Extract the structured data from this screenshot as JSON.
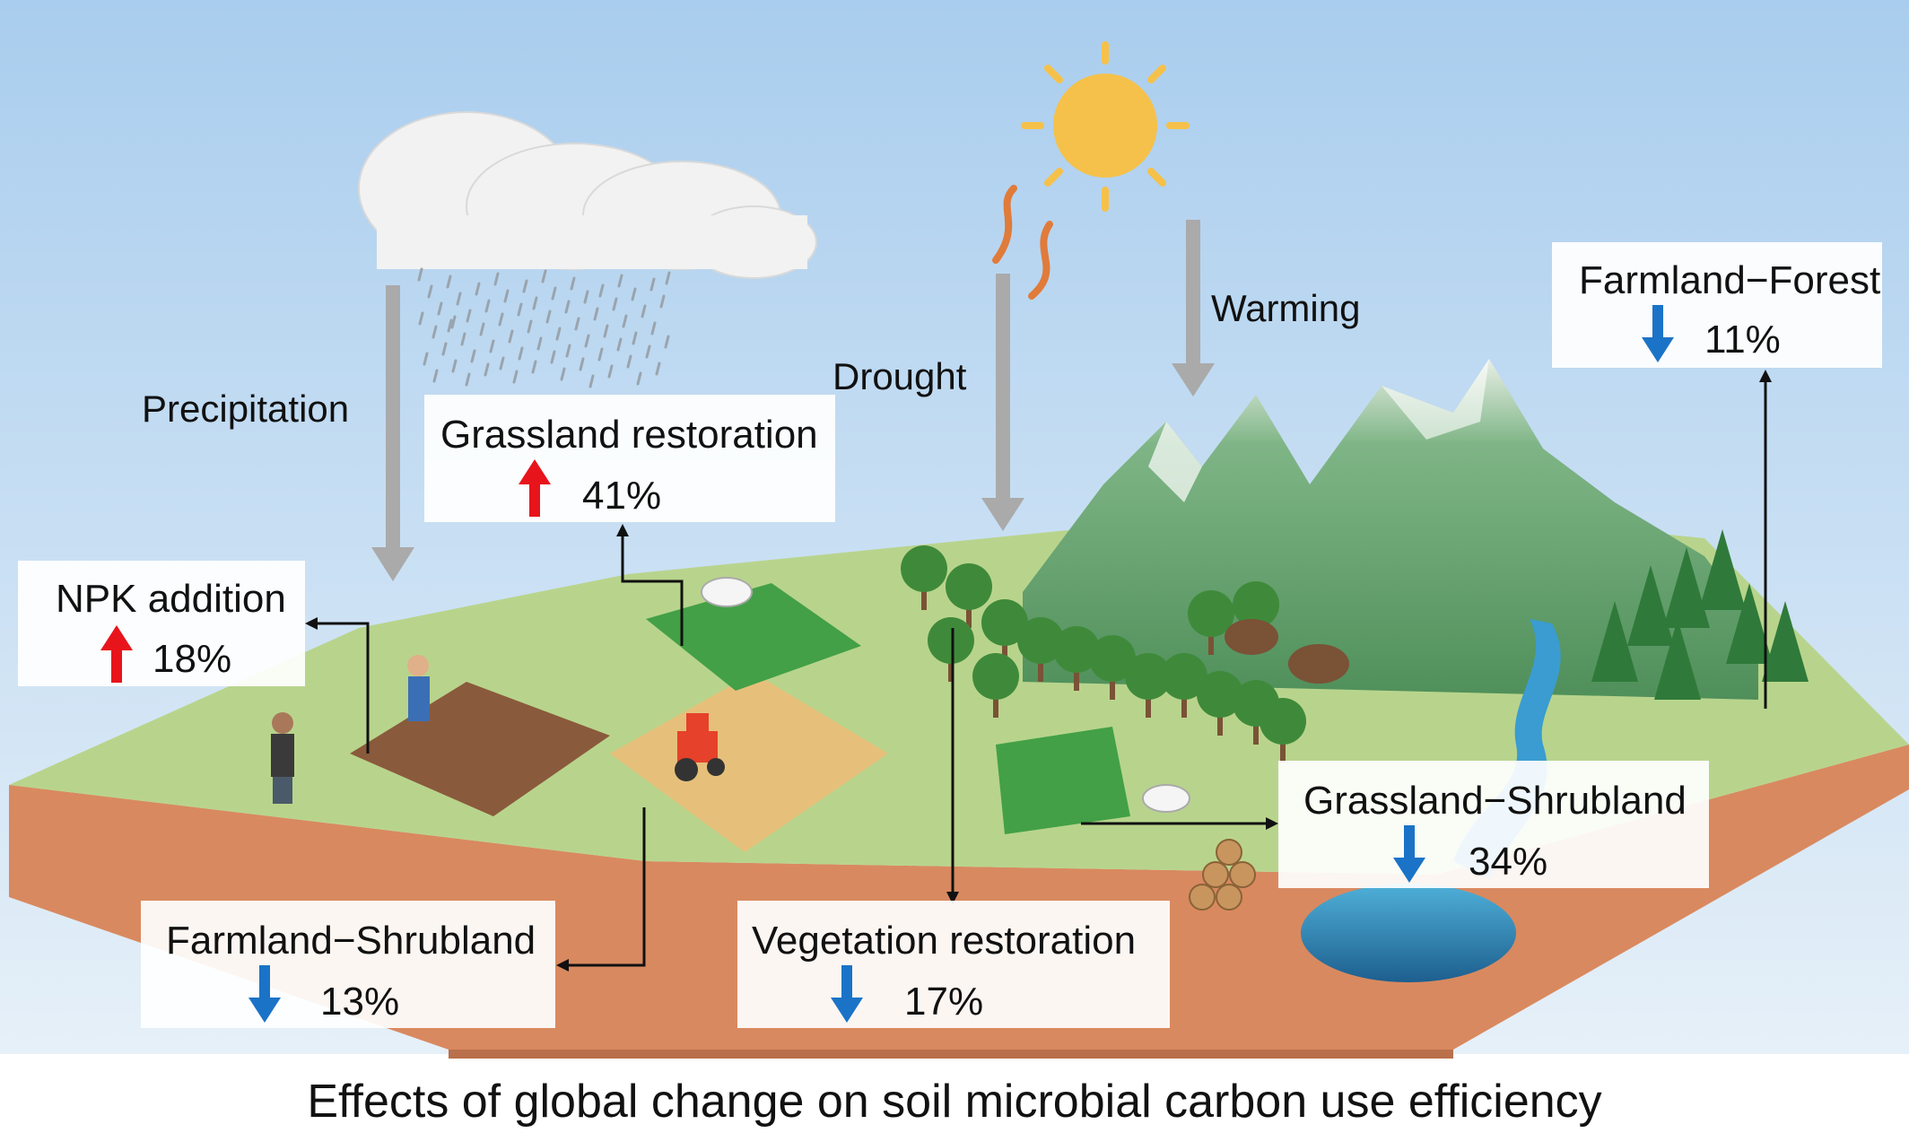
{
  "colors": {
    "sky_top": "#a9cdee",
    "sky_bottom": "#e3eef8",
    "ground_top": "#b8d48c",
    "soil": "#d9895f",
    "arrow_gray": "#aaaaaa",
    "arrow_up": "#e8141b",
    "arrow_down": "#1b73c7",
    "sun": "#f5c14a",
    "mountain": "#6fa878",
    "tree": "#3f8a3a",
    "water": "#2f88b8"
  },
  "drivers": {
    "precipitation": "Precipitation",
    "drought": "Drought",
    "warming": "Warming"
  },
  "effects": [
    {
      "id": "npk",
      "label": "NPK addition",
      "value": "18%",
      "direction": "up"
    },
    {
      "id": "grassland-restoration",
      "label": "Grassland restoration",
      "value": "41%",
      "direction": "up"
    },
    {
      "id": "farmland-forest",
      "label": "Farmland−Forest",
      "value": "11%",
      "direction": "down"
    },
    {
      "id": "grassland-shrubland",
      "label": "Grassland−Shrubland",
      "value": "34%",
      "direction": "down"
    },
    {
      "id": "farmland-shrubland",
      "label": "Farmland−Shrubland",
      "value": "13%",
      "direction": "down"
    },
    {
      "id": "vegetation-restoration",
      "label": "Vegetation restoration",
      "value": "17%",
      "direction": "down"
    }
  ],
  "icons": [
    "cloud-icon",
    "rain-icon",
    "sun-icon",
    "worm-icon",
    "mountain-icon",
    "tree-icon",
    "farmer-icon",
    "tractor-icon",
    "goat-icon",
    "elephant-icon",
    "river-icon",
    "log-pile-icon",
    "crop-field-icon"
  ],
  "caption": "Effects of global change on soil microbial carbon use efficiency"
}
